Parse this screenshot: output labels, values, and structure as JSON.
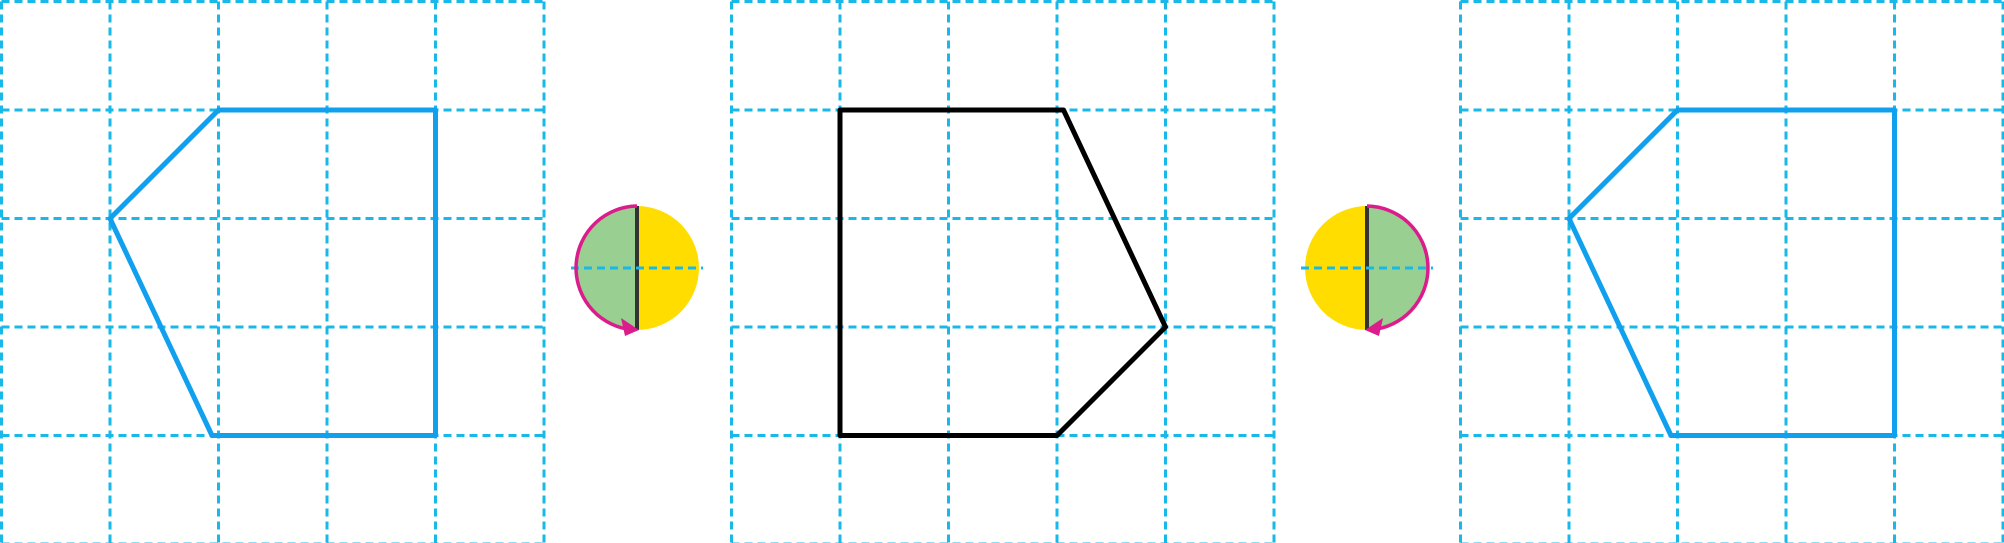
{
  "colors": {
    "grid": "#18b8e8",
    "blue_shape": "#10a0ee",
    "black_shape": "#000000",
    "green": "#99cf90",
    "yellow": "#ffdd00",
    "arrow": "#dc1c8c",
    "divider": "#333333"
  },
  "panels": [
    {
      "id": "left",
      "grid_cells": [
        5,
        5
      ],
      "outline": "blue",
      "vertices": [
        [
          2,
          1
        ],
        [
          4,
          1
        ],
        [
          4,
          4
        ],
        [
          1.94,
          4
        ],
        [
          1,
          2
        ]
      ]
    },
    {
      "id": "middle",
      "grid_cells": [
        5,
        5
      ],
      "outline": "black",
      "vertices": [
        [
          1,
          1
        ],
        [
          3.06,
          1
        ],
        [
          4,
          3
        ],
        [
          3,
          4
        ],
        [
          1,
          4
        ]
      ]
    },
    {
      "id": "right",
      "grid_cells": [
        5,
        5
      ],
      "outline": "blue",
      "vertices": [
        [
          2,
          1
        ],
        [
          4,
          1
        ],
        [
          4,
          4
        ],
        [
          1.94,
          4
        ],
        [
          1,
          2
        ]
      ]
    }
  ],
  "flip_icons": [
    {
      "id": "flip-icon-left",
      "left_half": "green",
      "right_half": "yellow",
      "arc_side": "left",
      "arrow_direction": "counterclockwise"
    },
    {
      "id": "flip-icon-right",
      "left_half": "yellow",
      "right_half": "green",
      "arc_side": "right",
      "arrow_direction": "clockwise"
    }
  ]
}
